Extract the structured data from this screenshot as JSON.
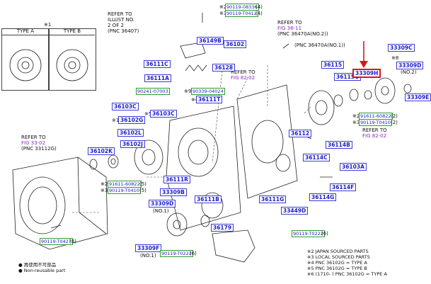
{
  "type_boxes": {
    "mark": "※1",
    "type_a": "TYPE A",
    "type_b": "TYPE B"
  },
  "refs": {
    "illust": [
      "REFER TO",
      "ILLUST NO.",
      "2 OF 2",
      "(PNC 36407)"
    ],
    "fig_36_11": [
      "REFER TO",
      "FIG 36-11",
      "(PNC 36470A(NO.2))",
      "(PNC 36470A(NO.1))"
    ],
    "fig_82_02_mid": [
      "REFER TO",
      "FIG 82-02"
    ],
    "fig_82_02_right": [
      "REFER TO",
      "FIG 82-02"
    ],
    "fig_33_02": [
      "REFER TO",
      "FIG 33-02",
      "(PNC 33112G)"
    ]
  },
  "part_codes": {
    "p36149B": "36149B",
    "p36102": "36102",
    "p36111C": "36111C",
    "p36128": "36128",
    "p36111A": "36111A",
    "p36111T": "36111T",
    "p36103C_a": "36103C",
    "p36103C_b": "36103C",
    "p36102G": "36102G",
    "p36102L": "36102L",
    "p36102J": "36102J",
    "p36102K": "36102K",
    "p36111R": "36111R",
    "p33309B": "33309B",
    "p33309D_left": "33309D",
    "p36111B": "36111B",
    "p33309F": "33309F",
    "p36179": "36179",
    "p36115": "36115",
    "p36115C": "36115C",
    "p33309H": "33309H",
    "p33309C": "33309C",
    "p33309D_right": "33309D",
    "p33309E": "33309E",
    "p36112": "36112",
    "p36114B": "36114B",
    "p36114C": "36114C",
    "p36103A": "36103A",
    "p36114F": "36114F",
    "p36114G": "36114G",
    "p36111G": "36111G",
    "p33449D": "33449D"
  },
  "small_codes": {
    "c90119_08336": "90119-08336",
    "c90119_T0412": "90119-T0412",
    "c90241_07003": "90241-07003",
    "c90339_04024": "90339-04024",
    "c91611_60822_right": "91611-60822",
    "c90119_T0410_right": "90119-T0410",
    "c91611_60822_left": "91611-60822",
    "c90119_T0410_left": "90119-T0410",
    "c90119_T0427": "90119-T0427",
    "c90119_T0222_a": "90119-T0222",
    "c90119_T0222_b": "90119-T0222"
  },
  "qty_marks": {
    "q4": "(4)",
    "q3": "(3)",
    "q2": "(2)",
    "q5": "(5)",
    "q8": "(8)",
    "q6": "(6)",
    "no1": "(NO.1)",
    "no2": "(NO.2)"
  },
  "markers": {
    "m2": "※2",
    "m3": "※3",
    "m4": "※4",
    "m5": "※5",
    "m6": "※6",
    "m8": "※8",
    "m9": "※9",
    "m1": "※1"
  },
  "legend_left": [
    {
      "bullet": "●",
      "text": "再使用不可部品"
    },
    {
      "bullet": "●",
      "text": "Non-reusable part"
    }
  ],
  "legend_right": [
    "※2 JAPAN SOURCED PARTS",
    "※3 LOCAL SOURCED PARTS",
    "※4 PNC 36102G = TYPE A",
    "※5 PNC 36102G = TYPE B",
    "※6 (1710-    )  PNC 36102G = TYPE A"
  ],
  "colors": {
    "code_text": "#1c1cc8",
    "code_border": "#3a3ad8",
    "small_code_border": "#2f9a2f",
    "highlight": "#d81818",
    "fig_ref": "#8a2bbf"
  }
}
